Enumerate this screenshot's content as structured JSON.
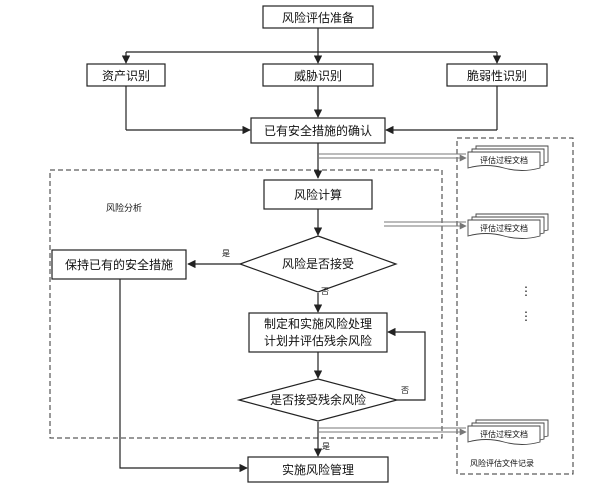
{
  "nodes": {
    "prep": "风险评估准备",
    "asset": "资产识别",
    "threat": "威胁识别",
    "vuln": "脆弱性识别",
    "confirm": "已有安全措施的确认",
    "calc": "风险计算",
    "accept_q": "风险是否接受",
    "keep": "保持已有的安全措施",
    "plan_line1": "制定和实施风险处理",
    "plan_line2": "计划并评估残余风险",
    "residual_q": "是否接受残余风险",
    "manage": "实施风险管理"
  },
  "labels": {
    "analysis": "风险分析",
    "yes1": "是",
    "no1": "否",
    "no2": "否",
    "yes2": "是",
    "records": "风险评估文件记录",
    "ellipsis": "⋮"
  },
  "docs": [
    "评估过程文档",
    "评估过程文档",
    "评估过程文档"
  ]
}
